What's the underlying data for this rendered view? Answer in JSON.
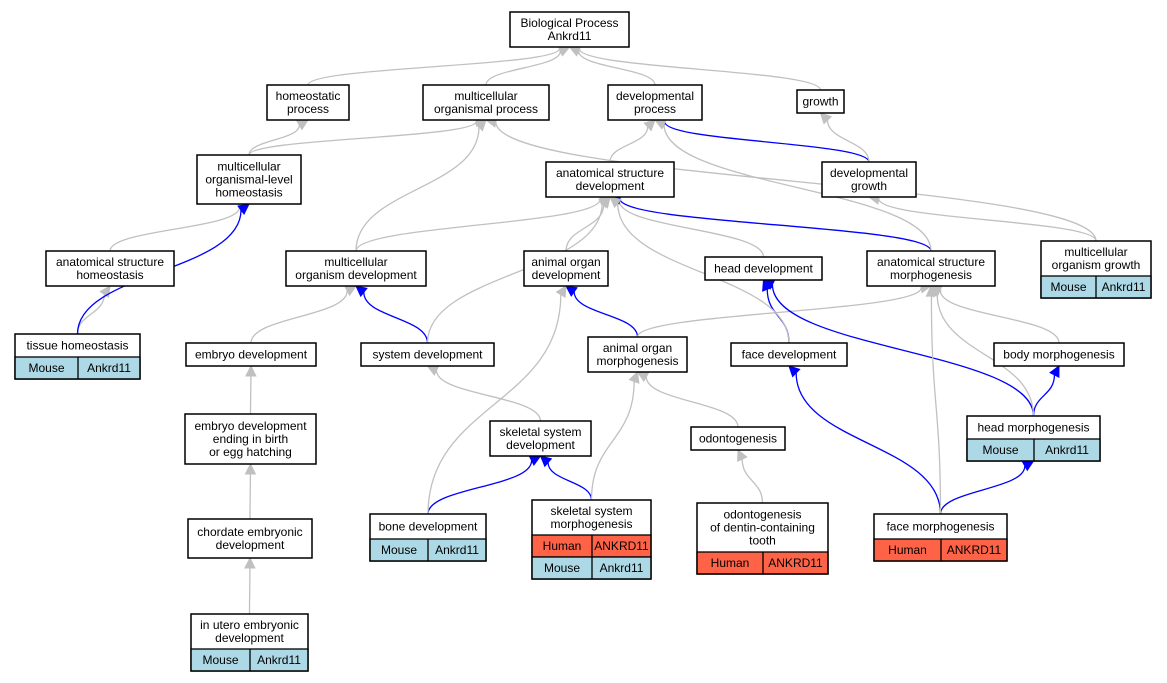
{
  "colors": {
    "mouse": "#add8e6",
    "human": "#ff6347",
    "edge_default": "#c0c0c0",
    "edge_highlight": "#0000ff"
  },
  "nodes": [
    {
      "id": "bp",
      "lines": [
        "Biological Process",
        "Ankrd11"
      ]
    },
    {
      "id": "homeo",
      "lines": [
        "homeostatic",
        "process"
      ]
    },
    {
      "id": "mop",
      "lines": [
        "multicellular",
        "organismal process"
      ]
    },
    {
      "id": "devp",
      "lines": [
        "developmental",
        "process"
      ]
    },
    {
      "id": "growth",
      "lines": [
        "growth"
      ]
    },
    {
      "id": "mlh",
      "lines": [
        "multicellular",
        "organismal-level",
        "homeostasis"
      ]
    },
    {
      "id": "asd",
      "lines": [
        "anatomical structure",
        "development"
      ]
    },
    {
      "id": "devg",
      "lines": [
        "developmental",
        "growth"
      ]
    },
    {
      "id": "ash",
      "lines": [
        "anatomical structure",
        "homeostasis"
      ]
    },
    {
      "id": "mod",
      "lines": [
        "multicellular",
        "organism development"
      ]
    },
    {
      "id": "aod",
      "lines": [
        "animal organ",
        "development"
      ]
    },
    {
      "id": "headd",
      "lines": [
        "head development"
      ]
    },
    {
      "id": "asm",
      "lines": [
        "anatomical structure",
        "morphogenesis"
      ]
    },
    {
      "id": "mog",
      "lines": [
        "multicellular",
        "organism growth"
      ],
      "rows": [
        [
          "Mouse",
          "Ankrd11"
        ]
      ]
    },
    {
      "id": "tissue",
      "lines": [
        "tissue homeostasis"
      ],
      "rows": [
        [
          "Mouse",
          "Ankrd11"
        ]
      ]
    },
    {
      "id": "embryo",
      "lines": [
        "embryo development"
      ]
    },
    {
      "id": "sysd",
      "lines": [
        "system development"
      ]
    },
    {
      "id": "aom",
      "lines": [
        "animal organ",
        "morphogenesis"
      ]
    },
    {
      "id": "faced",
      "lines": [
        "face development"
      ]
    },
    {
      "id": "bodym",
      "lines": [
        "body morphogenesis"
      ]
    },
    {
      "id": "embbirth",
      "lines": [
        "embryo development",
        "ending in birth",
        "or egg hatching"
      ]
    },
    {
      "id": "skd",
      "lines": [
        "skeletal system",
        "development"
      ]
    },
    {
      "id": "odonto",
      "lines": [
        "odontogenesis"
      ]
    },
    {
      "id": "headm",
      "lines": [
        "head morphogenesis"
      ],
      "rows": [
        [
          "Mouse",
          "Ankrd11"
        ]
      ]
    },
    {
      "id": "chord",
      "lines": [
        "chordate embryonic",
        "development"
      ]
    },
    {
      "id": "boned",
      "lines": [
        "bone development"
      ],
      "rows": [
        [
          "Mouse",
          "Ankrd11"
        ]
      ]
    },
    {
      "id": "skm",
      "lines": [
        "skeletal system",
        "morphogenesis"
      ],
      "rows": [
        [
          "Human",
          "ANKRD11"
        ],
        [
          "Mouse",
          "Ankrd11"
        ]
      ]
    },
    {
      "id": "odontdent",
      "lines": [
        "odontogenesis",
        "of dentin-containing",
        "tooth"
      ],
      "rows": [
        [
          "Human",
          "ANKRD11"
        ]
      ]
    },
    {
      "id": "facem",
      "lines": [
        "face morphogenesis"
      ],
      "rows": [
        [
          "Human",
          "ANKRD11"
        ]
      ]
    },
    {
      "id": "utero",
      "lines": [
        "in utero embryonic",
        "development"
      ],
      "rows": [
        [
          "Mouse",
          "Ankrd11"
        ]
      ]
    }
  ],
  "edges": [
    {
      "from": "homeo",
      "to": "bp",
      "color": "gray"
    },
    {
      "from": "mop",
      "to": "bp",
      "color": "gray"
    },
    {
      "from": "devp",
      "to": "bp",
      "color": "gray"
    },
    {
      "from": "growth",
      "to": "bp",
      "color": "gray"
    },
    {
      "from": "mlh",
      "to": "homeo",
      "color": "gray"
    },
    {
      "from": "mlh",
      "to": "mop",
      "color": "gray"
    },
    {
      "from": "asd",
      "to": "devp",
      "color": "gray"
    },
    {
      "from": "devg",
      "to": "devp",
      "color": "blue"
    },
    {
      "from": "devg",
      "to": "growth",
      "color": "gray"
    },
    {
      "from": "ash",
      "to": "mlh",
      "color": "gray"
    },
    {
      "from": "tissue",
      "to": "ash",
      "color": "gray"
    },
    {
      "from": "tissue",
      "to": "mlh",
      "color": "blue"
    },
    {
      "from": "mod",
      "to": "mop",
      "color": "gray"
    },
    {
      "from": "mod",
      "to": "asd",
      "color": "gray"
    },
    {
      "from": "aod",
      "to": "asd",
      "color": "gray"
    },
    {
      "from": "headd",
      "to": "asd",
      "color": "gray"
    },
    {
      "from": "asm",
      "to": "asd",
      "color": "blue"
    },
    {
      "from": "asm",
      "to": "devp",
      "color": "gray"
    },
    {
      "from": "mog",
      "to": "mop",
      "color": "gray"
    },
    {
      "from": "mog",
      "to": "devg",
      "color": "gray"
    },
    {
      "from": "embryo",
      "to": "mod",
      "color": "gray"
    },
    {
      "from": "sysd",
      "to": "mod",
      "color": "blue"
    },
    {
      "from": "sysd",
      "to": "asd",
      "color": "gray"
    },
    {
      "from": "aom",
      "to": "aod",
      "color": "blue"
    },
    {
      "from": "aom",
      "to": "asm",
      "color": "gray"
    },
    {
      "from": "faced",
      "to": "headd",
      "color": "blue"
    },
    {
      "from": "faced",
      "to": "asd",
      "color": "gray"
    },
    {
      "from": "bodym",
      "to": "asm",
      "color": "gray"
    },
    {
      "from": "embbirth",
      "to": "embryo",
      "color": "gray"
    },
    {
      "from": "skd",
      "to": "sysd",
      "color": "gray"
    },
    {
      "from": "odonto",
      "to": "aom",
      "color": "gray"
    },
    {
      "from": "headm",
      "to": "headd",
      "color": "blue"
    },
    {
      "from": "headm",
      "to": "bodym",
      "color": "blue"
    },
    {
      "from": "headm",
      "to": "asm",
      "color": "gray"
    },
    {
      "from": "chord",
      "to": "embbirth",
      "color": "gray"
    },
    {
      "from": "boned",
      "to": "skd",
      "color": "blue"
    },
    {
      "from": "boned",
      "to": "aod",
      "color": "gray"
    },
    {
      "from": "skm",
      "to": "skd",
      "color": "blue"
    },
    {
      "from": "skm",
      "to": "aom",
      "color": "gray"
    },
    {
      "from": "odontdent",
      "to": "odonto",
      "color": "gray"
    },
    {
      "from": "facem",
      "to": "faced",
      "color": "blue"
    },
    {
      "from": "facem",
      "to": "headm",
      "color": "blue"
    },
    {
      "from": "facem",
      "to": "asm",
      "color": "gray"
    },
    {
      "from": "utero",
      "to": "chord",
      "color": "gray"
    }
  ]
}
